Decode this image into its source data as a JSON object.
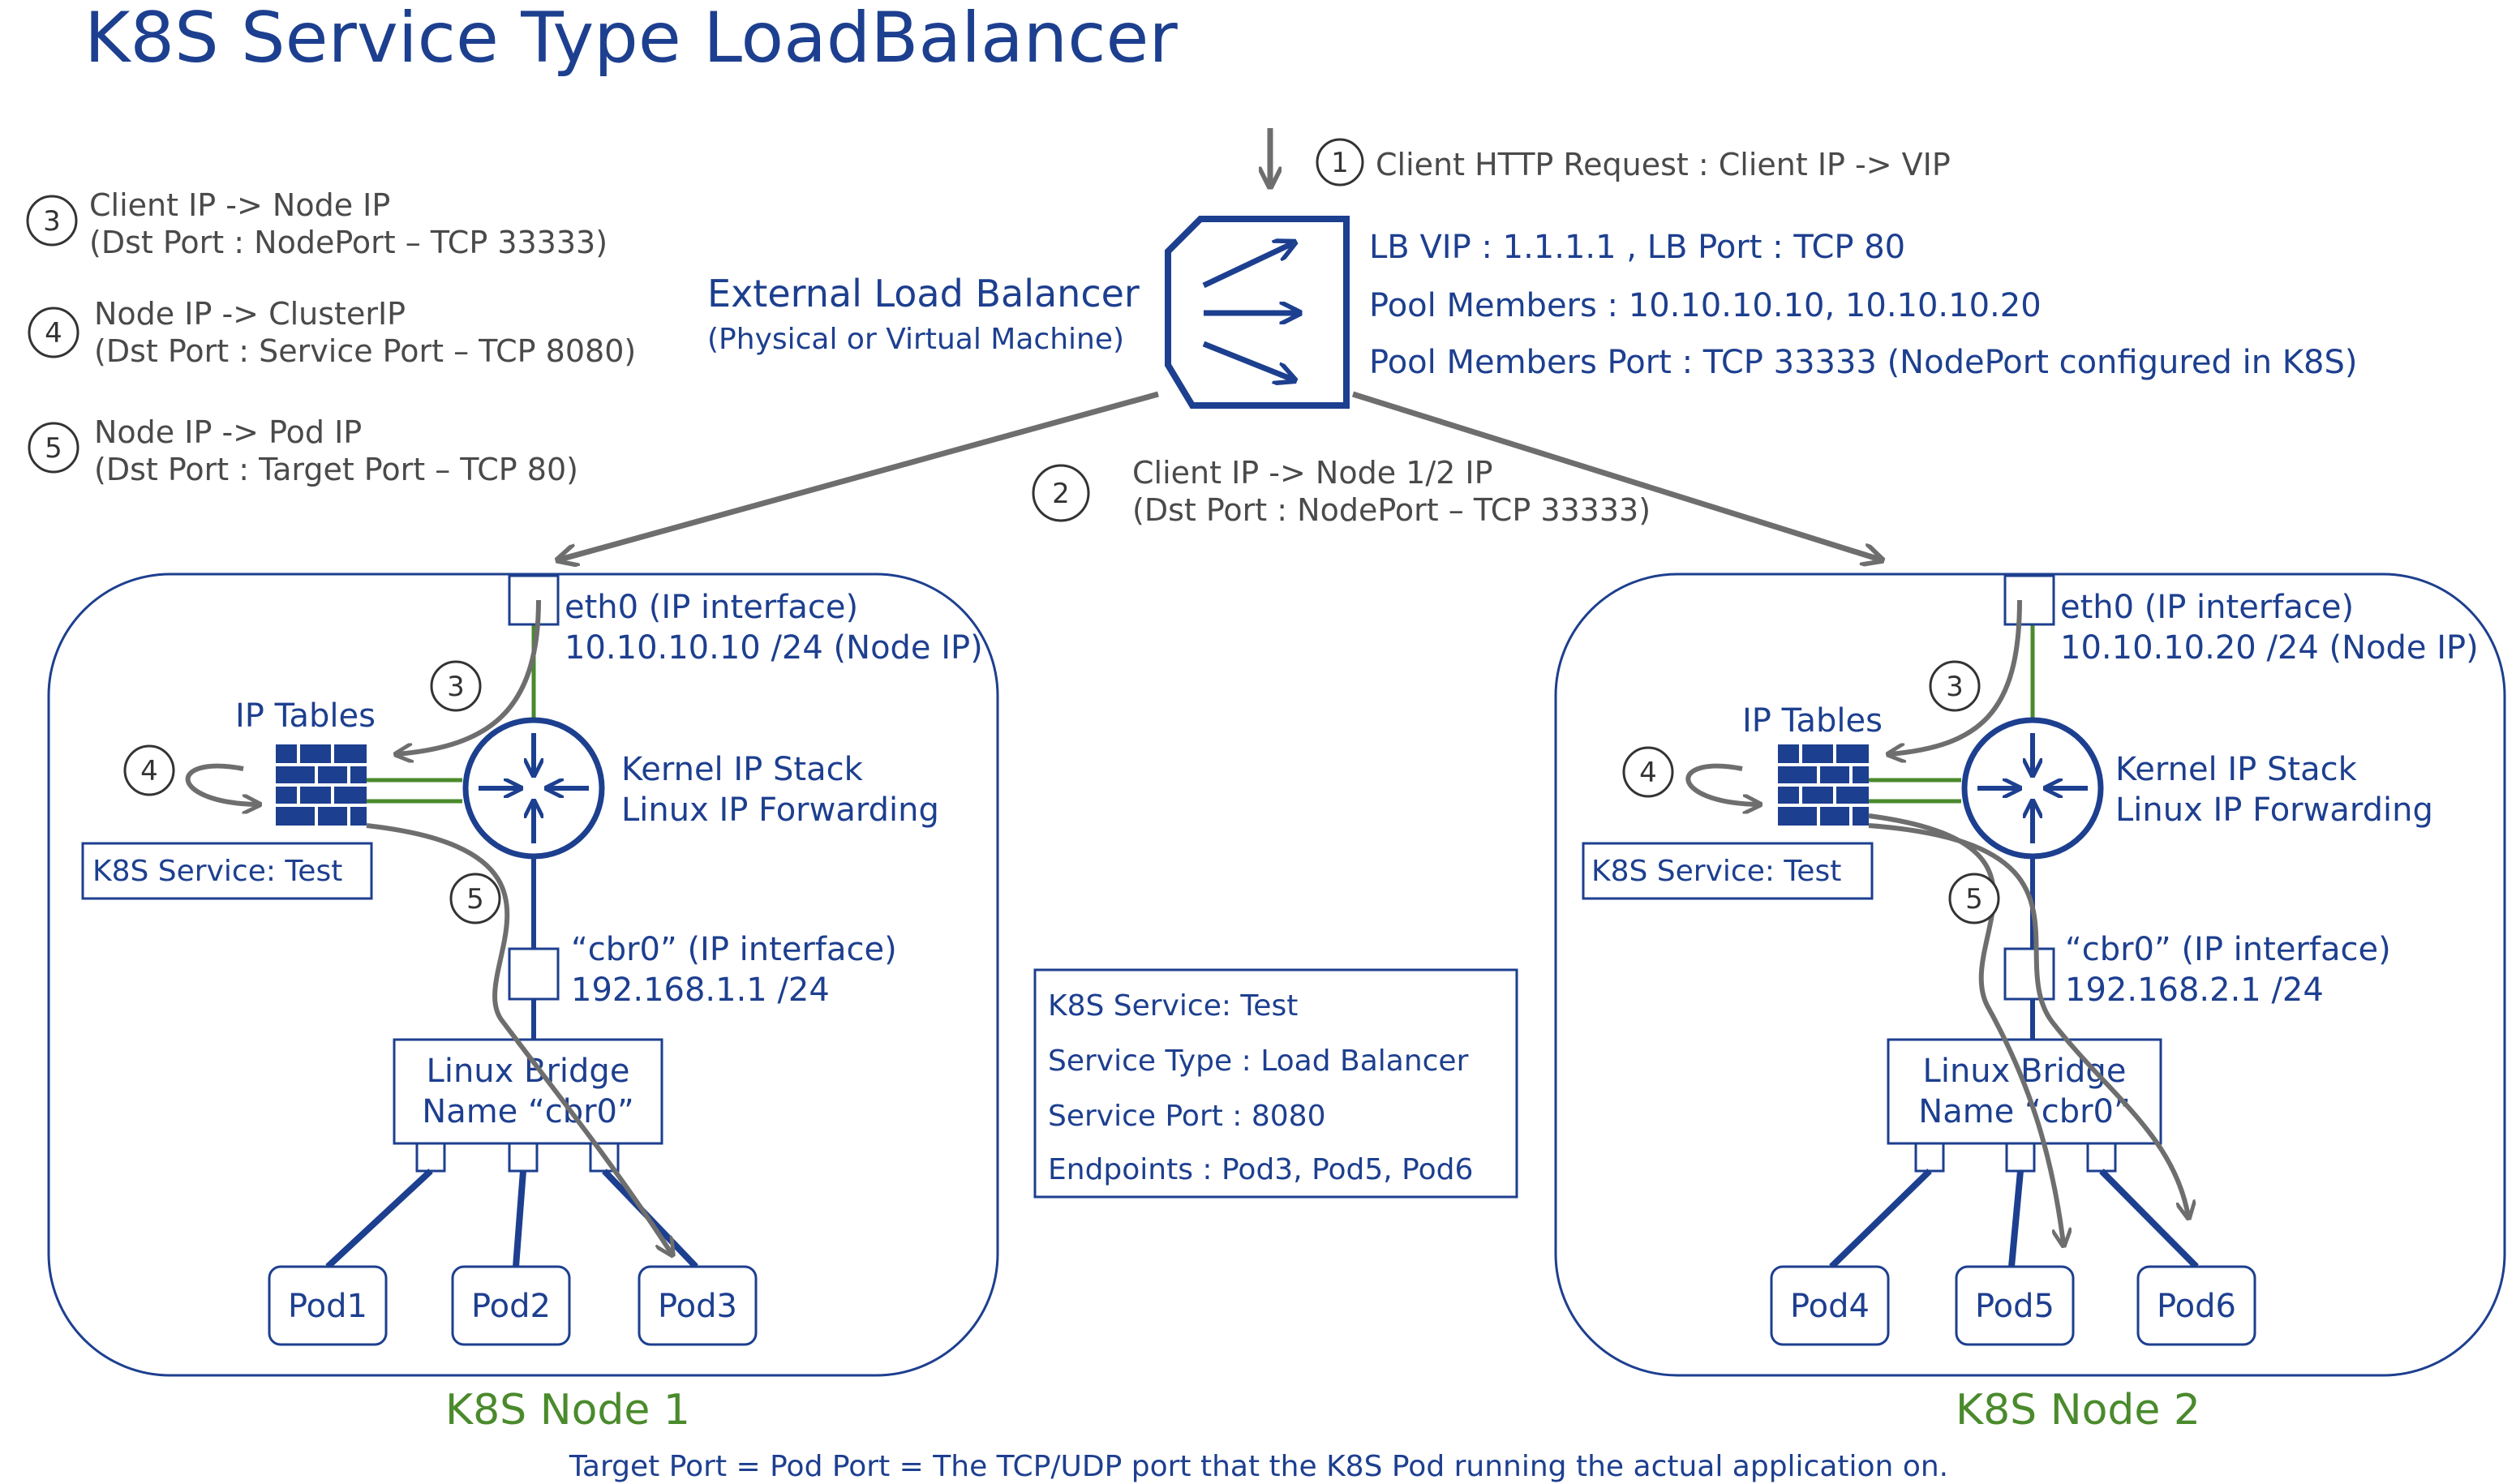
{
  "title": "K8S Service Type LoadBalancer",
  "steps": {
    "s1": "Client HTTP Request : Client IP -> VIP",
    "s2_line1": "Client IP -> Node 1/2 IP",
    "s2_line2": "(Dst Port : NodePort – TCP 33333)",
    "s3_line1": "Client IP -> Node IP",
    "s3_line2": "(Dst Port : NodePort – TCP 33333)",
    "s4_line1": "Node IP -> ClusterIP",
    "s4_line2": "(Dst Port : Service Port – TCP 8080)",
    "s5_line1": "Node IP -> Pod IP",
    "s5_line2": "(Dst Port : Target Port – TCP 80)",
    "numbers": [
      "1",
      "2",
      "3",
      "4",
      "5"
    ]
  },
  "load_balancer": {
    "name": "External Load Balancer",
    "subtitle": "(Physical or Virtual Machine)",
    "vip": "LB VIP : 1.1.1.1 , LB Port : TCP 80",
    "pool_members": "Pool Members : 10.10.10.10, 10.10.10.20",
    "pool_port": "Pool Members Port : TCP 33333 (NodePort configured in K8S)"
  },
  "nodes": [
    {
      "name": "K8S Node 1",
      "eth0_line1": "eth0 (IP interface)",
      "eth0_line2": "10.10.10.10 /24 (Node IP)",
      "iptables": "IP Tables",
      "kernel_line1": "Kernel IP Stack",
      "kernel_line2": "Linux IP Forwarding",
      "service": "K8S Service: Test",
      "cbr0_line1": "“cbr0” (IP interface)",
      "cbr0_line2": "192.168.1.1 /24",
      "bridge_line1": "Linux Bridge",
      "bridge_line2": "Name “cbr0”",
      "pods": [
        "Pod1",
        "Pod2",
        "Pod3"
      ]
    },
    {
      "name": "K8S Node 2",
      "eth0_line1": "eth0 (IP interface)",
      "eth0_line2": "10.10.10.20 /24 (Node IP)",
      "iptables": "IP Tables",
      "kernel_line1": "Kernel IP Stack",
      "kernel_line2": "Linux IP Forwarding",
      "service": "K8S Service: Test",
      "cbr0_line1": "“cbr0” (IP interface)",
      "cbr0_line2": "192.168.2.1 /24",
      "bridge_line1": "Linux Bridge",
      "bridge_line2": "Name “cbr0”",
      "pods": [
        "Pod4",
        "Pod5",
        "Pod6"
      ]
    }
  ],
  "service_box": {
    "line1": "K8S Service: Test",
    "line2": "Service Type : Load Balancer",
    "line3": "Service Port : 8080",
    "line4": "Endpoints : Pod3, Pod5, Pod6"
  },
  "footnote": "Target Port = Pod Port = The TCP/UDP port that the K8S Pod running the actual application on.",
  "colors": {
    "navy": "#1d3f8f",
    "green": "#4a8a2c",
    "gray_arrow": "#6e6e6e"
  }
}
